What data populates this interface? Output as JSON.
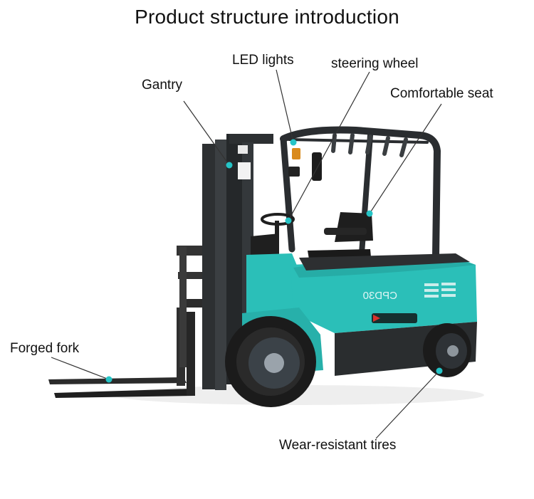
{
  "title": "Product structure introduction",
  "labels": {
    "led_lights": "LED lights",
    "steering_wheel": "steering wheel",
    "gantry": "Gantry",
    "comfortable_seat": "Comfortable seat",
    "forged_fork": "Forged fork",
    "wear_resistant_tires": "Wear-resistant tires"
  },
  "model_badge": "CPD30",
  "colors": {
    "body_teal": "#2bbfb8",
    "frame_dark": "#2a2d30",
    "tire_black": "#1b1b1b",
    "marker_dot": "#25c4c6",
    "leader_line": "#333333"
  }
}
